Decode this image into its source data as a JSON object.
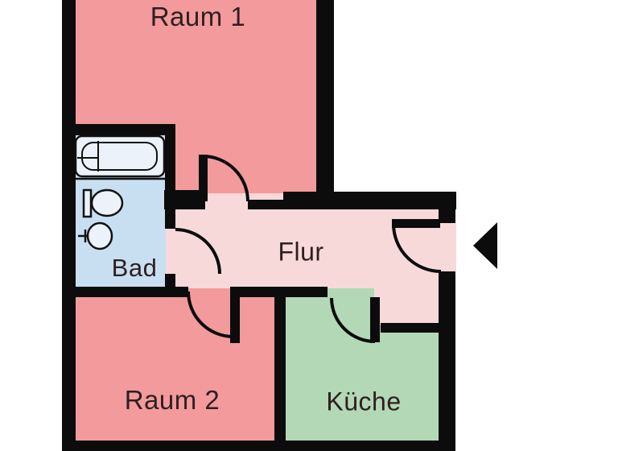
{
  "floorplan": {
    "type": "apartment-floor-plan",
    "rooms": [
      {
        "id": "raum1",
        "label": "Raum 1",
        "color": "#f29a9c"
      },
      {
        "id": "bad",
        "label": "Bad",
        "color": "#c8dff1"
      },
      {
        "id": "flur",
        "label": "Flur",
        "color": "#f8d9da"
      },
      {
        "id": "raum2",
        "label": "Raum 2",
        "color": "#f29a9c"
      },
      {
        "id": "kueche",
        "label": "Küche",
        "color": "#b2d8b6"
      }
    ],
    "colors": {
      "wall": "#0c0c0c",
      "background": "#ffffff",
      "label_text": "#2e1f1f",
      "fixture_fill": "#ebf2fa"
    },
    "icons": [
      "bathtub-icon",
      "toilet-icon",
      "sink-icon",
      "entrance-arrow-icon",
      "door-swing-arc"
    ]
  }
}
